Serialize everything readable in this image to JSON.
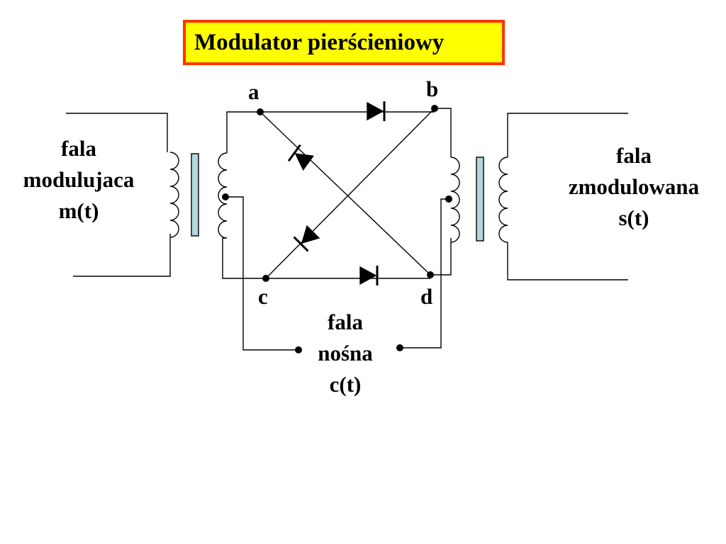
{
  "title": "Modulator pierścieniowy",
  "nodes": {
    "a": "a",
    "b": "b",
    "c": "c",
    "d": "d"
  },
  "left_label": [
    "fala",
    "modulujaca",
    "m(t)"
  ],
  "right_label": [
    "fala",
    "zmodulowana",
    "s(t)"
  ],
  "bottom_label": [
    "fala",
    "nośna",
    "c(t)"
  ],
  "colors": {
    "title_fill": "#ffff00",
    "title_border": "#ff3300",
    "core": "#b4d6dc"
  }
}
